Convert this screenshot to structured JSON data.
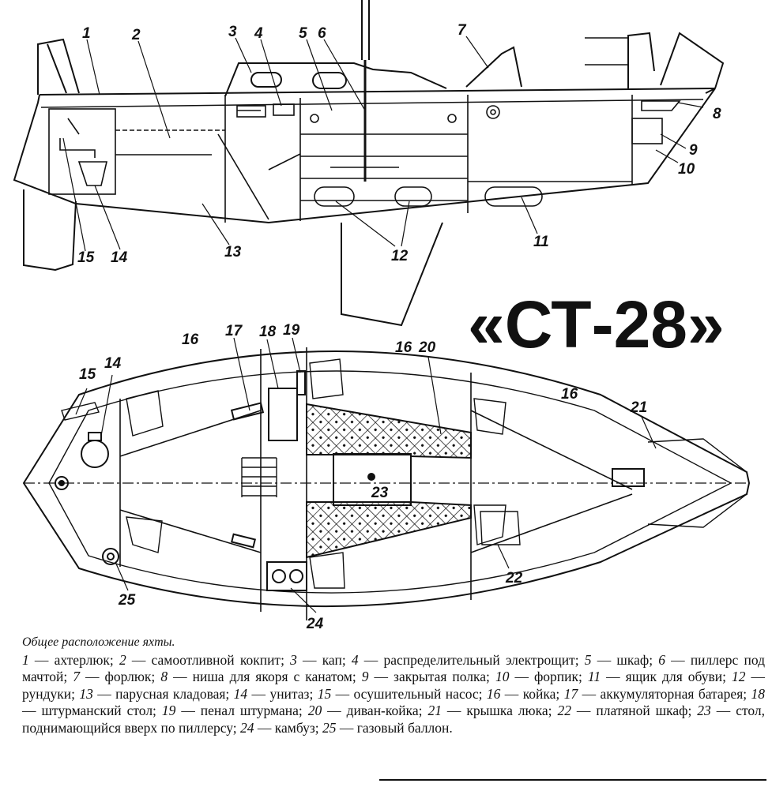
{
  "title": "«СТ-28»",
  "caption_heading": "Общее расположение яхты.",
  "legend": [
    {
      "n": "1",
      "text": "ахтерлюк"
    },
    {
      "n": "2",
      "text": "самоотливной кокпит"
    },
    {
      "n": "3",
      "text": "кап"
    },
    {
      "n": "4",
      "text": "распределительный электрощит"
    },
    {
      "n": "5",
      "text": "шкаф"
    },
    {
      "n": "6",
      "text": "пиллерс под мачтой"
    },
    {
      "n": "7",
      "text": "форлюк"
    },
    {
      "n": "8",
      "text": "ниша для якоря с канатом"
    },
    {
      "n": "9",
      "text": "закрытая полка"
    },
    {
      "n": "10",
      "text": "форпик"
    },
    {
      "n": "11",
      "text": "ящик для обуви"
    },
    {
      "n": "12",
      "text": "рундуки"
    },
    {
      "n": "13",
      "text": "парусная кладовая"
    },
    {
      "n": "14",
      "text": "унитаз"
    },
    {
      "n": "15",
      "text": "осушительный насос"
    },
    {
      "n": "16",
      "text": "койка"
    },
    {
      "n": "17",
      "text": "аккумуляторная батарея"
    },
    {
      "n": "18",
      "text": "штурманский стол"
    },
    {
      "n": "19",
      "text": "пенал штурмана"
    },
    {
      "n": "20",
      "text": "диван-койка"
    },
    {
      "n": "21",
      "text": "крышка люка"
    },
    {
      "n": "22",
      "text": "платяной шкаф"
    },
    {
      "n": "23",
      "text": "стол, поднимающийся вверх по пиллерсу"
    },
    {
      "n": "24",
      "text": "камбуз"
    },
    {
      "n": "25",
      "text": "газовый баллон"
    }
  ],
  "side_view_labels": [
    "1",
    "2",
    "3",
    "4",
    "5",
    "6",
    "7",
    "8",
    "9",
    "10",
    "11",
    "12",
    "13",
    "14",
    "15"
  ],
  "plan_view_labels": [
    "14",
    "15",
    "16",
    "16",
    "16",
    "17",
    "18",
    "19",
    "20",
    "21",
    "22",
    "23",
    "24",
    "25"
  ]
}
